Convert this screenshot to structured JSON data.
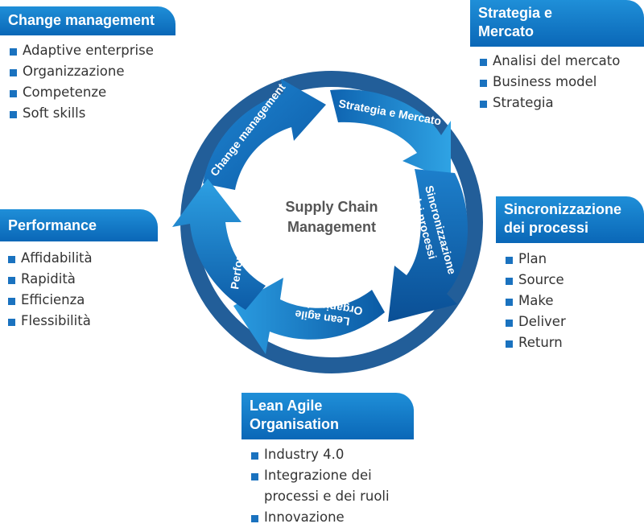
{
  "center": {
    "line1": "Supply Chain",
    "line2": "Management"
  },
  "arrows": {
    "change": "Change management",
    "strategia": "Strategia e Mercato",
    "sincro_1": "Sincronizzazione",
    "sincro_2": "dei processi",
    "lean_1": "Lean agile",
    "lean_2": "Organisation",
    "performance": "Performance"
  },
  "boxes": {
    "change": {
      "title": "Change management",
      "items": [
        "Adaptive enterprise",
        "Organizzazione",
        "Competenze",
        "Soft skills"
      ]
    },
    "strategia": {
      "title_1": "Strategia e",
      "title_2": "Mercato",
      "items": [
        "Analisi del mercato",
        "Business model",
        "Strategia"
      ]
    },
    "sincro": {
      "title_1": "Sincronizzazione",
      "title_2": "dei processi",
      "items": [
        "Plan",
        "Source",
        "Make",
        "Deliver",
        "Return"
      ]
    },
    "performance": {
      "title": "Performance",
      "items": [
        "Affidabilità",
        "Rapidità",
        "Efficienza",
        "Flessibilità"
      ]
    },
    "lean": {
      "title_1": "Lean Agile",
      "title_2": "Organisation",
      "items": [
        "Industry 4.0",
        "Integrazione dei processi e dei ruoli",
        "Innovazione"
      ]
    }
  },
  "colors": {
    "header_top": "#1f8fd8",
    "header_bottom": "#0a67b7",
    "ring_dark": "#0b4f93",
    "ring_light": "#2a9be0",
    "bullet": "#1a72bf"
  }
}
